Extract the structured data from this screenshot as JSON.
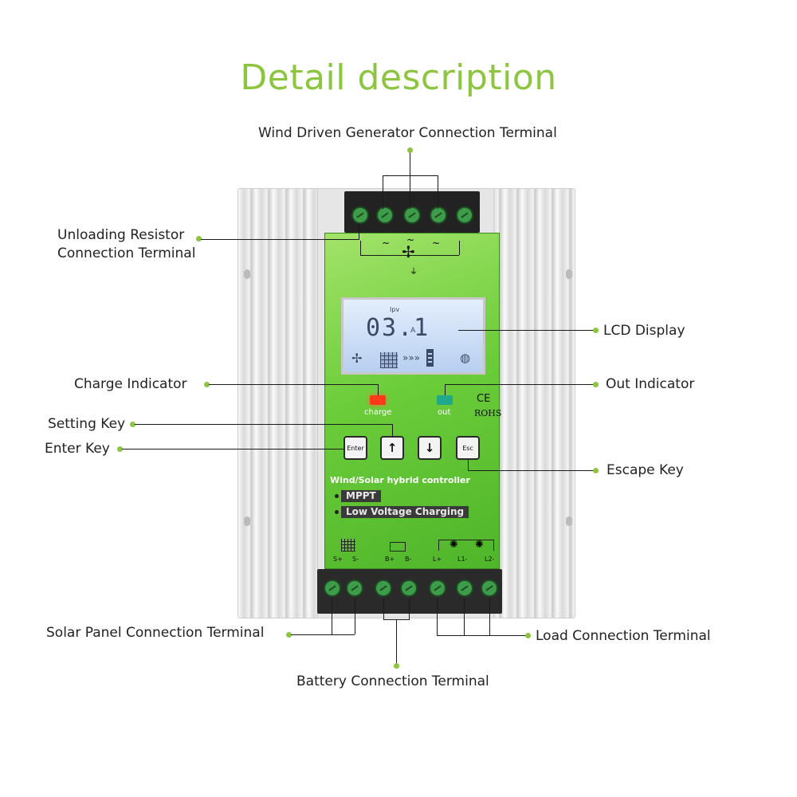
{
  "title": "Detail description",
  "callouts": {
    "wind": "Wind Driven Generator Connection Terminal",
    "unload_line1": "Unloading Resistor",
    "unload_line2": "Connection Terminal",
    "lcd": "LCD Display",
    "charge_ind": "Charge Indicator",
    "out_ind": "Out Indicator",
    "setting": "Setting Key",
    "enter": "Enter Key",
    "escape": "Escape Key",
    "solar": "Solar Panel Connection Terminal",
    "load": "Load Connection Terminal",
    "battery": "Battery Connection Terminal"
  },
  "device": {
    "lcd_reading": "03.1",
    "lcd_unit": "A",
    "lcd_top": "Ipv",
    "charge_label": "charge",
    "out_label": "out",
    "ce_mark": "CE",
    "rohs_mark": "ROHS",
    "keys": {
      "enter": "Enter",
      "up": "↑",
      "down": "↓",
      "esc": "Esc"
    },
    "product_name": "Wind/Solar hybrid controller",
    "badge_mppt": "MPPT",
    "badge_low": "Low Voltage Charging",
    "ports": {
      "s_plus": "S+",
      "s_minus": "S-",
      "b_plus": "B+",
      "b_minus": "B-",
      "l_plus": "L+",
      "l1_minus": "L1-",
      "l2_minus": "L2-"
    }
  },
  "colors": {
    "accent": "#8cc63f",
    "panel": "#6ccd3a",
    "charge_led": "#ff3a1a",
    "out_led": "#1fa88a"
  },
  "icons": [
    "wind-turbine-icon",
    "solar-panel-icon",
    "battery-icon",
    "bulb-icon",
    "load-lamp-icon"
  ]
}
